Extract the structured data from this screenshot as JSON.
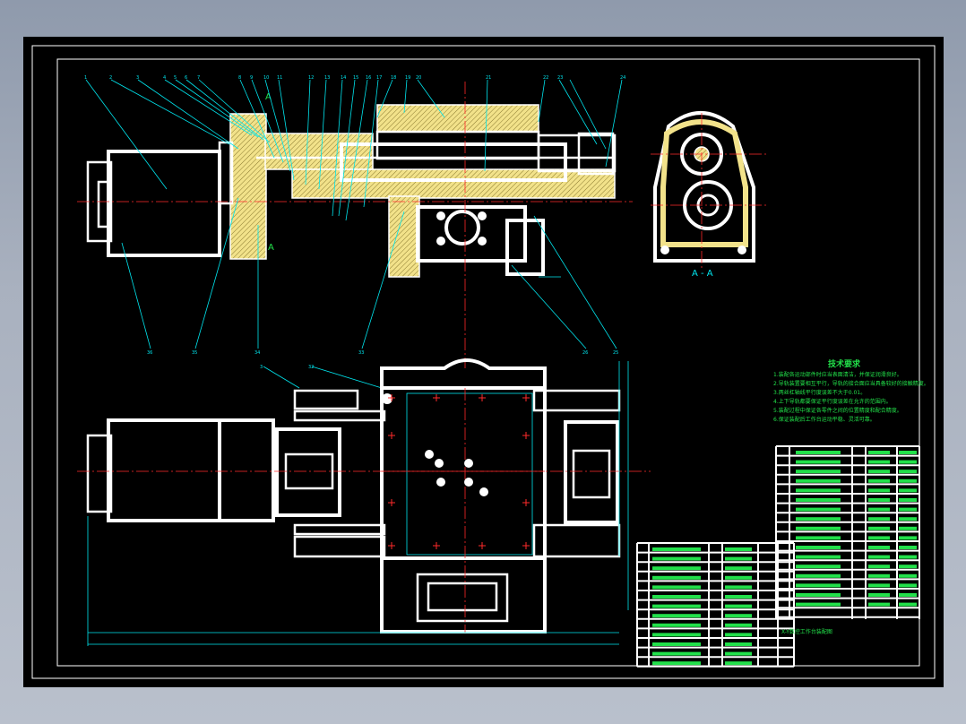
{
  "drawing": {
    "section_marker": "A",
    "section_label": "A - A",
    "leader_numbers_top": [
      "1",
      "2",
      "3",
      "4",
      "5",
      "6",
      "7",
      "8",
      "9",
      "10",
      "11",
      "12",
      "13",
      "14",
      "15",
      "16",
      "17",
      "18",
      "19",
      "20",
      "21",
      "22",
      "23",
      "24"
    ],
    "leader_numbers_bottom": [
      "36",
      "35",
      "34",
      "33",
      "26",
      "25"
    ],
    "plan_leaders": [
      "3",
      "32"
    ],
    "tech_title": "技术要求",
    "tech_items": [
      "1.装配各运动部件时应当表面清洁，并保证润滑良好。",
      "2.导轨装置要相互平行，导轨的接合面应当具备较好的接触精度。",
      "3.两丝杠轴线平行度误差不大于0.01。",
      "4.上下导轨都要保证平行度误差在允许的范围内。",
      "5.装配过程中保证各零件之间的位置精度和配合精度。",
      "6.保证装配后工作台运动平稳、灵活可靠。"
    ],
    "drawing_title": "X-Y数控工作台装配图",
    "colors": {
      "background": "#000000",
      "lines": "#ffffff",
      "leaders": "#00e5ee",
      "centerlines": "#ff2a2a",
      "text": "#22e04a",
      "section": "#f2e28a"
    }
  }
}
